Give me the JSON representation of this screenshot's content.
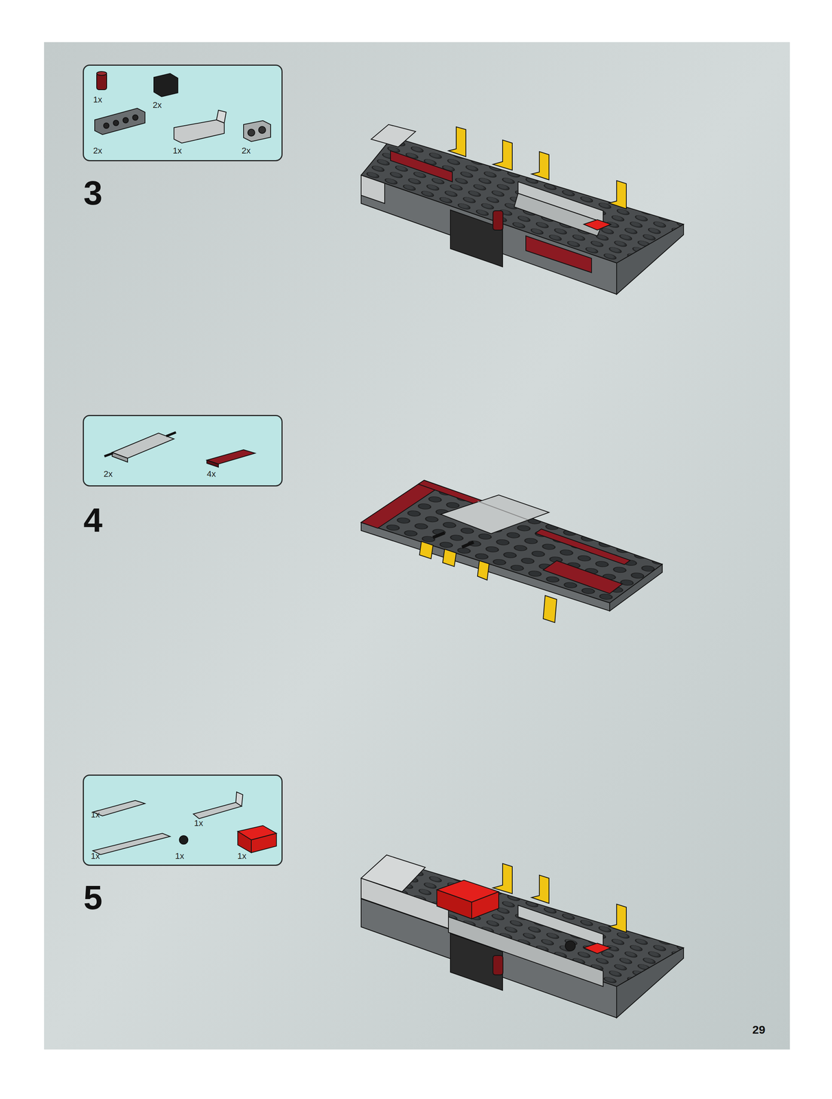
{
  "diagram": {
    "nodes": [
      {
        "text": [
          "1x",
          "2x",
          "2x",
          "1x",
          "2x"
        ]
      },
      {
        "text": [
          "2x",
          "4x"
        ]
      },
      {
        "text": [
          "1x",
          "1x",
          "1x",
          "1x",
          "1x"
        ]
      }
    ],
    "labels": [
      "3",
      "4",
      "5",
      "29"
    ]
  }
}
